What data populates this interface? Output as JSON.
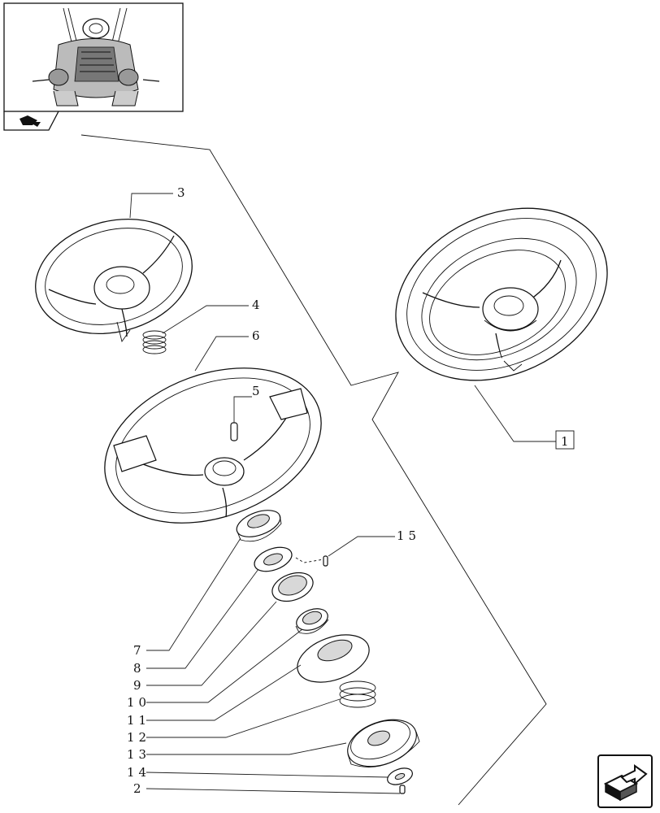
{
  "callouts": [
    {
      "id": "ref-1",
      "text": "1"
    },
    {
      "id": "ref-2",
      "text": "2"
    },
    {
      "id": "ref-3",
      "text": "3"
    },
    {
      "id": "ref-4",
      "text": "4"
    },
    {
      "id": "ref-5",
      "text": "5"
    },
    {
      "id": "ref-6",
      "text": "6"
    },
    {
      "id": "ref-7",
      "text": "7"
    },
    {
      "id": "ref-8",
      "text": "8"
    },
    {
      "id": "ref-9",
      "text": "9"
    },
    {
      "id": "ref-10",
      "text": "10"
    },
    {
      "id": "ref-11",
      "text": "11"
    },
    {
      "id": "ref-12",
      "text": "12"
    },
    {
      "id": "ref-13",
      "text": "13"
    },
    {
      "id": "ref-14",
      "text": "14"
    },
    {
      "id": "ref-15",
      "text": "15"
    }
  ],
  "icons": {
    "thumbnail": "tractor-cab-thumbnail",
    "section_arrow": "section-arrow-icon",
    "navigation": "next-page-arrow-icon"
  }
}
